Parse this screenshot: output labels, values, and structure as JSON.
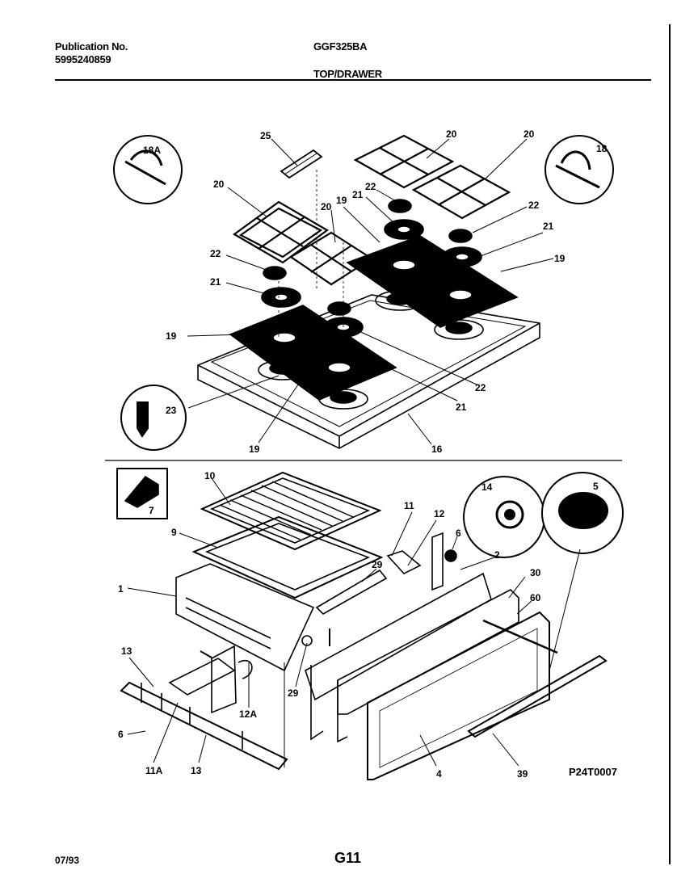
{
  "header": {
    "publication_label": "Publication No.",
    "publication_number": "5995240859",
    "model": "GGF325BA",
    "section_title": "TOP/DRAWER"
  },
  "footer": {
    "date": "07/93",
    "page_code": "G11",
    "diagram_code": "P24T0007"
  },
  "callouts": [
    {
      "id": "c-25",
      "text": "25"
    },
    {
      "id": "c-20a",
      "text": "20"
    },
    {
      "id": "c-20b",
      "text": "20"
    },
    {
      "id": "c-18a",
      "text": "18A"
    },
    {
      "id": "c-18",
      "text": "18"
    },
    {
      "id": "c-20c",
      "text": "20"
    },
    {
      "id": "c-22a",
      "text": "22"
    },
    {
      "id": "c-21a",
      "text": "21"
    },
    {
      "id": "c-19a",
      "text": "19"
    },
    {
      "id": "c-20d",
      "text": "20"
    },
    {
      "id": "c-22b",
      "text": "22"
    },
    {
      "id": "c-21b",
      "text": "21"
    },
    {
      "id": "c-19b",
      "text": "19"
    },
    {
      "id": "c-22c",
      "text": "22"
    },
    {
      "id": "c-21c",
      "text": "21"
    },
    {
      "id": "c-19c",
      "text": "19"
    },
    {
      "id": "c-22d",
      "text": "22"
    },
    {
      "id": "c-21d",
      "text": "21"
    },
    {
      "id": "c-23",
      "text": "23"
    },
    {
      "id": "c-19d",
      "text": "19"
    },
    {
      "id": "c-16",
      "text": "16"
    },
    {
      "id": "c-10",
      "text": "10"
    },
    {
      "id": "c-7",
      "text": "7"
    },
    {
      "id": "c-14",
      "text": "14"
    },
    {
      "id": "c-5",
      "text": "5"
    },
    {
      "id": "c-9",
      "text": "9"
    },
    {
      "id": "c-11",
      "text": "11"
    },
    {
      "id": "c-12",
      "text": "12"
    },
    {
      "id": "c-6a",
      "text": "6"
    },
    {
      "id": "c-2",
      "text": "2"
    },
    {
      "id": "c-1",
      "text": "1"
    },
    {
      "id": "c-29a",
      "text": "29"
    },
    {
      "id": "c-30",
      "text": "30"
    },
    {
      "id": "c-60",
      "text": "60"
    },
    {
      "id": "c-13a",
      "text": "13"
    },
    {
      "id": "c-29b",
      "text": "29"
    },
    {
      "id": "c-12a",
      "text": "12A"
    },
    {
      "id": "c-6b",
      "text": "6"
    },
    {
      "id": "c-11a",
      "text": "11A"
    },
    {
      "id": "c-13b",
      "text": "13"
    },
    {
      "id": "c-4",
      "text": "4"
    },
    {
      "id": "c-39",
      "text": "39"
    }
  ]
}
